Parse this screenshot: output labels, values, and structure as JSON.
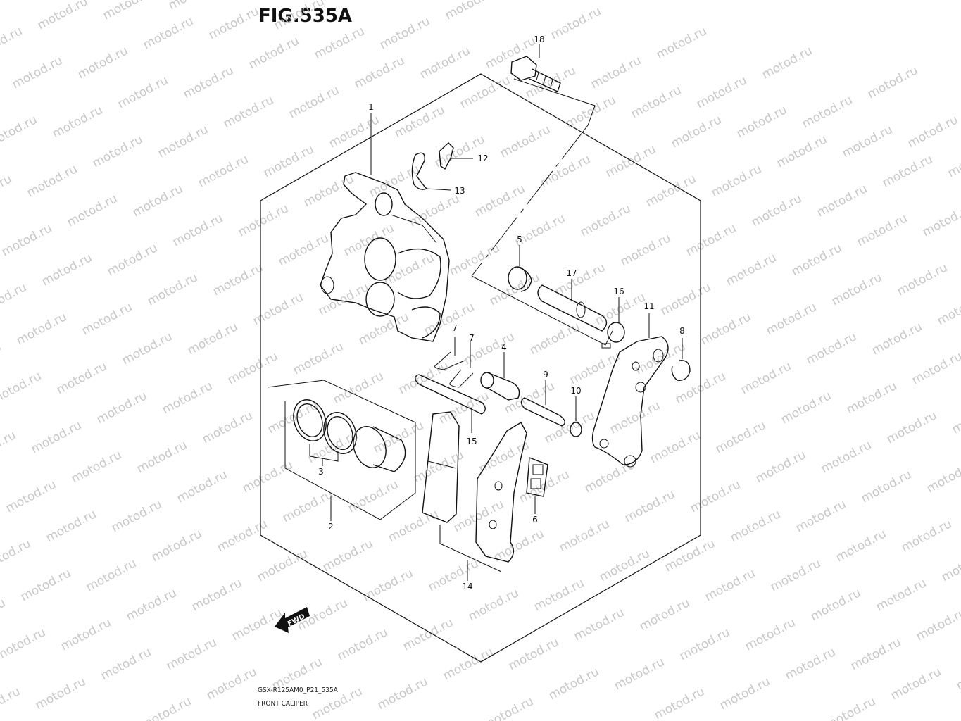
{
  "figure": {
    "title": "FIG.535A",
    "code": "GSX-R125AM0_P21_535A",
    "name": "FRONT CALIPER"
  },
  "watermark": "motod.ru",
  "fwd_label": "FWD",
  "callouts": [
    {
      "id": "c1",
      "label": "1"
    },
    {
      "id": "c2",
      "label": "2"
    },
    {
      "id": "c3",
      "label": "3"
    },
    {
      "id": "c4",
      "label": "4"
    },
    {
      "id": "c5",
      "label": "5"
    },
    {
      "id": "c6",
      "label": "6"
    },
    {
      "id": "c7a",
      "label": "7"
    },
    {
      "id": "c7b",
      "label": "7"
    },
    {
      "id": "c8",
      "label": "8"
    },
    {
      "id": "c9",
      "label": "9"
    },
    {
      "id": "c10",
      "label": "10"
    },
    {
      "id": "c11",
      "label": "11"
    },
    {
      "id": "c12",
      "label": "12"
    },
    {
      "id": "c13",
      "label": "13"
    },
    {
      "id": "c14",
      "label": "14"
    },
    {
      "id": "c15",
      "label": "15"
    },
    {
      "id": "c16",
      "label": "16"
    },
    {
      "id": "c17",
      "label": "17"
    },
    {
      "id": "c18",
      "label": "18"
    }
  ]
}
